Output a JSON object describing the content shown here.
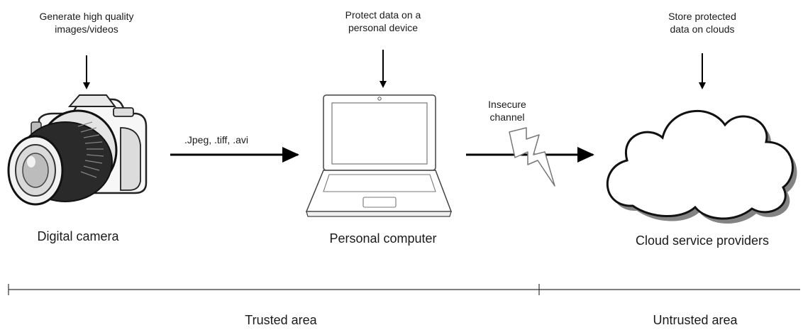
{
  "notes": {
    "camera_line1": "Generate high quality",
    "camera_line2": "images/videos",
    "computer_line1": "Protect data on a",
    "computer_line2": "personal device",
    "cloud_line1": "Store protected",
    "cloud_line2": "data on clouds"
  },
  "labels": {
    "camera": "Digital camera",
    "computer": "Personal computer",
    "cloud": "Cloud service providers"
  },
  "formats": ".Jpeg, .tiff, .avi",
  "channel": {
    "line1": "Insecure",
    "line2": "channel"
  },
  "areas": {
    "trusted": "Trusted area",
    "untrusted": "Untrusted area"
  },
  "icons": [
    "camera-icon",
    "laptop-icon",
    "cloud-icon",
    "lightning-icon"
  ]
}
